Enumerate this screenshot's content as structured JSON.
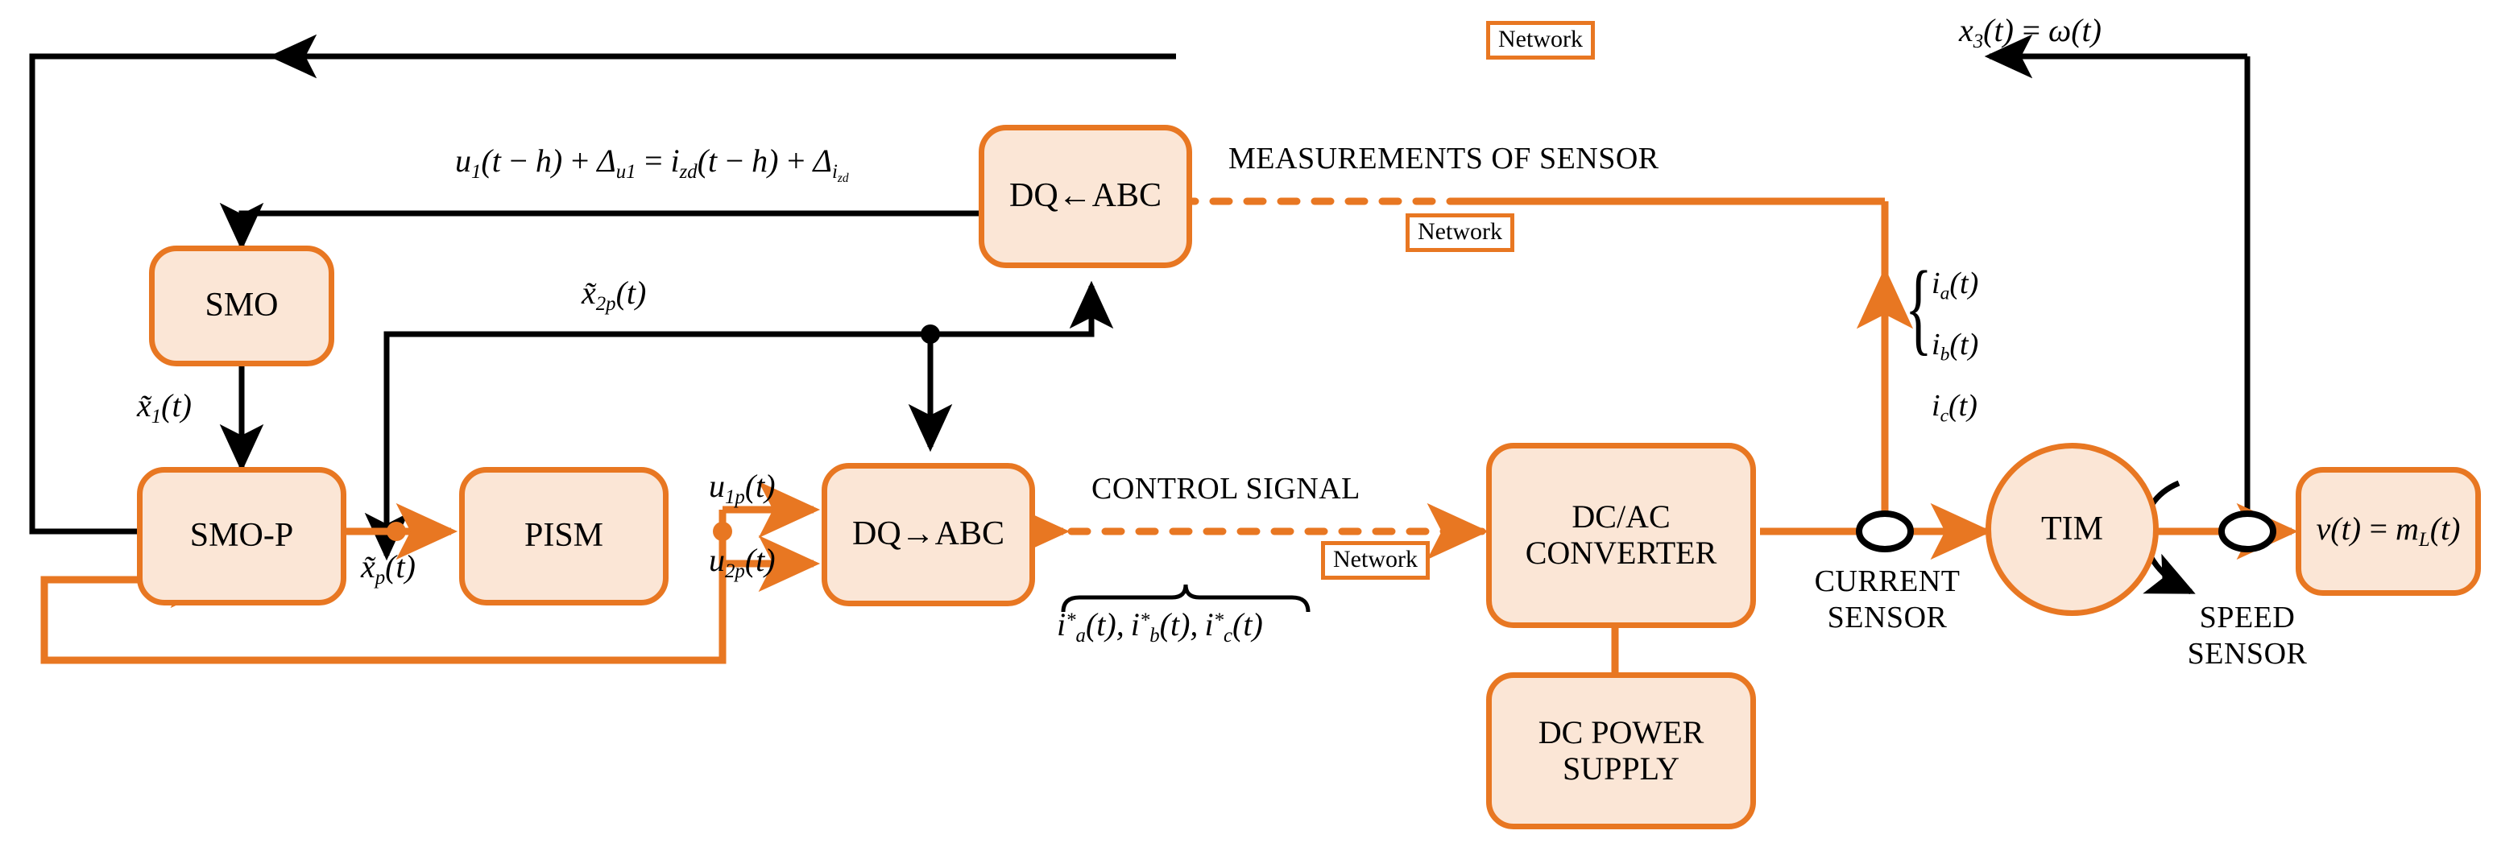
{
  "diagram": {
    "title": "Networked sliding-mode control of an induction motor drive",
    "colors": {
      "accent": "#E87722",
      "block_fill": "#FBE6D6",
      "line_black": "#000000"
    }
  },
  "blocks": [
    {
      "id": "smo",
      "label": "SMO",
      "shape": "rounded-rect"
    },
    {
      "id": "smop",
      "label": "SMO-P",
      "shape": "rounded-rect"
    },
    {
      "id": "pism",
      "label": "PISM",
      "shape": "rounded-rect"
    },
    {
      "id": "dq2abc",
      "label": "DQ→ABC",
      "shape": "rounded-rect"
    },
    {
      "id": "abc2dq",
      "label": "DQ←ABC",
      "shape": "rounded-rect"
    },
    {
      "id": "converter",
      "label": "DC/AC CONVERTER",
      "shape": "rounded-rect",
      "line1": "DC/AC",
      "line2": "CONVERTER"
    },
    {
      "id": "dcsupply",
      "label": "DC POWER SUPPLY",
      "shape": "rounded-rect",
      "line1": "DC POWER",
      "line2": "SUPPLY"
    },
    {
      "id": "tim",
      "label": "TIM",
      "shape": "circle"
    },
    {
      "id": "load",
      "label": "v(t) = m_L(t)",
      "shape": "rounded-rect"
    }
  ],
  "signal_labels": {
    "delay_eq": "u₁(t−h) + Δᵤ₁ = iₓₑ(t−h) + Δ",
    "x1_tilde": "x̃₁(t)",
    "x2p_tilde": "x̃₂ₚ(t)",
    "xp_tilde": "x̃ₚ(t)",
    "u1p": "u₁ₚ(t)",
    "u2p": "u₂ₚ(t)",
    "x3_omega": "x₃(t) = ω(t)",
    "i_refs": "i*ₐ(t), i*ᵇ(t), i*ᶜ(t)",
    "i_meas_a": "iₐ(t)",
    "i_meas_b": "iᵇ(t)",
    "i_meas_c": "iᶜ(t)"
  },
  "text_labels": {
    "measurements": "MEASUREMENTS OF SENSOR",
    "control_signal": "CONTROL SIGNAL",
    "current_sensor": "CURRENT SENSOR",
    "current_sensor_l1": "CURRENT",
    "current_sensor_l2": "SENSOR",
    "speed_sensor": "SPEED SENSOR",
    "speed_sensor_l1": "SPEED",
    "speed_sensor_l2": "SENSOR"
  },
  "network_tags": [
    {
      "id": "net-top",
      "label": "Network"
    },
    {
      "id": "net-measure",
      "label": "Network"
    },
    {
      "id": "net-control",
      "label": "Network"
    }
  ]
}
